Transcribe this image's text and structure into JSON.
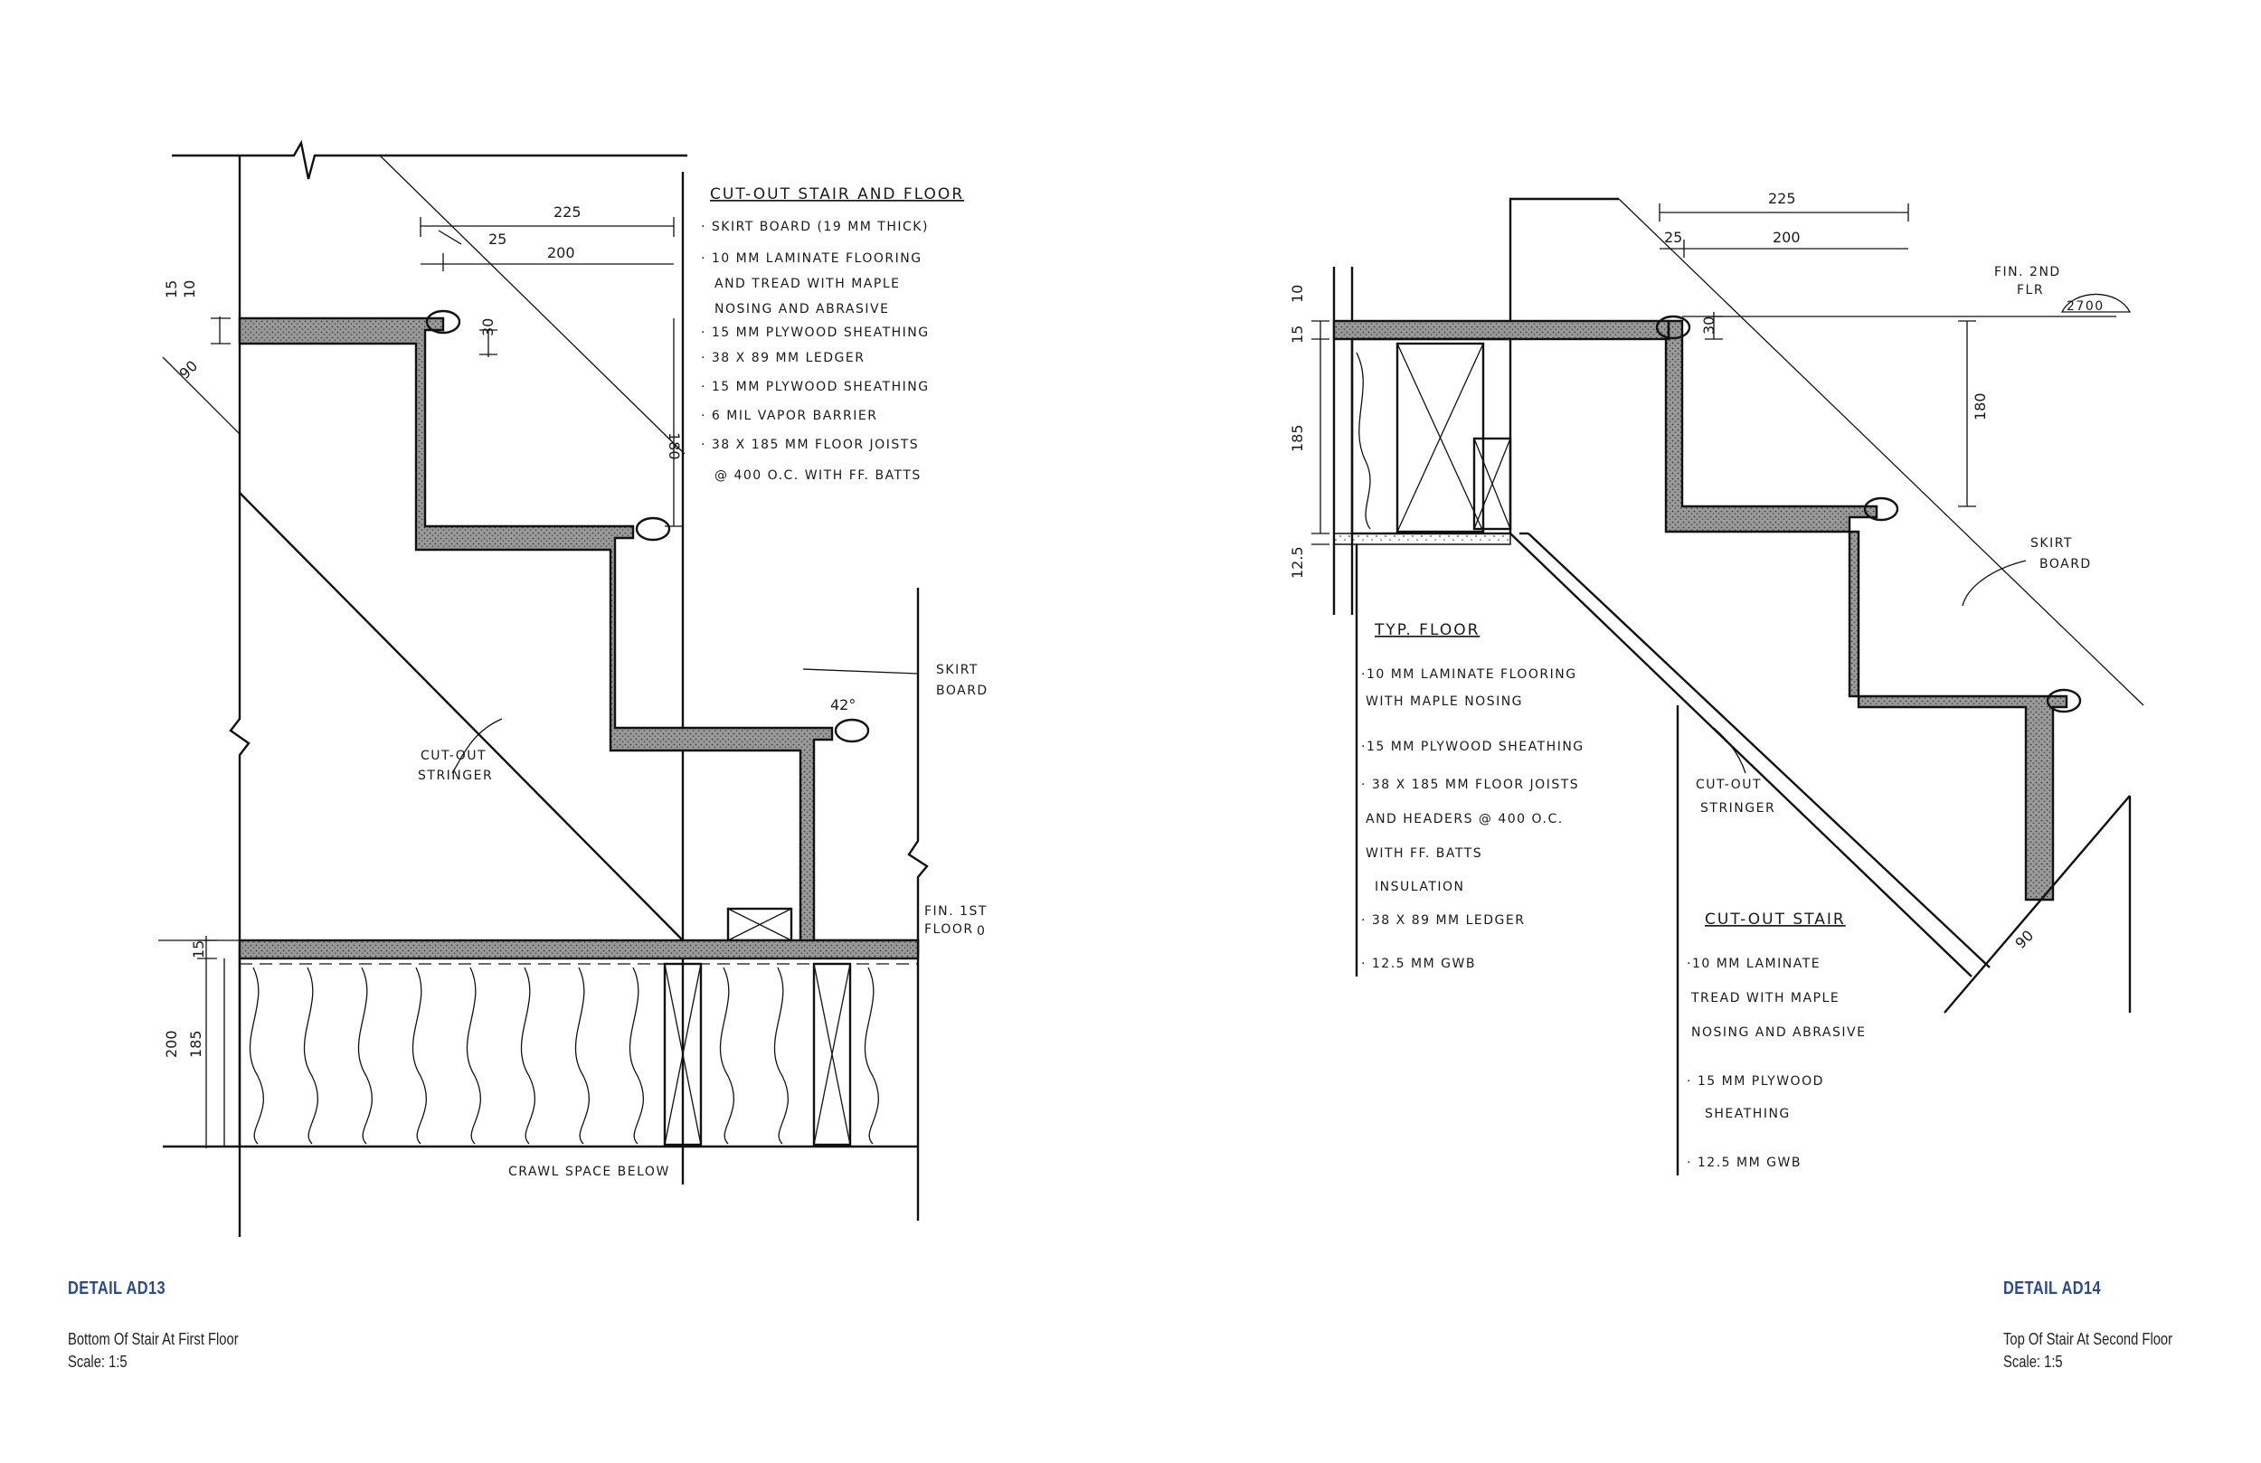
{
  "detail_left": {
    "title": "DETAIL AD13",
    "description": "Bottom Of Stair At First Floor",
    "scale": "Scale: 1:5",
    "notes_heading": "CUT-OUT STAIR AND FLOOR",
    "notes": [
      "· SKIRT BOARD  (19 MM THICK)",
      "· 10 MM LAMINATE FLOORING",
      "AND TREAD WITH MAPLE",
      "NOSING AND ABRASIVE",
      "· 15 MM PLYWOOD SHEATHING",
      "· 38 X 89  MM LEDGER",
      "· 15 MM PLYWOOD SHEATHING",
      "· 6 MIL VAPOR BARRIER",
      "· 38 X 185 MM FLOOR JOISTS",
      "@  400  O.C. WITH FF. BATTS"
    ],
    "labels": {
      "stringer_1": "CUT-OUT",
      "stringer_2": "STRINGER",
      "skirt_1": "SKIRT",
      "skirt_2": "BOARD",
      "floor_1": "FIN. 1ST",
      "floor_2": "FLOOR",
      "floor_level": "0",
      "crawl": "CRAWL SPACE BELOW",
      "angle": "42°"
    },
    "dims": {
      "d225": "225",
      "d25": "25",
      "d200": "200",
      "d15": "15",
      "d10": "10",
      "d90": "90",
      "d30": "30",
      "d180": "180",
      "d15b": "15",
      "d200b": "200",
      "d185": "185"
    }
  },
  "detail_right": {
    "title": "DETAIL AD14",
    "description": "Top Of Stair At Second Floor",
    "scale": "Scale: 1:5",
    "floor_heading": "TYP. FLOOR",
    "floor_notes": [
      "·10 MM LAMINATE FLOORING",
      "WITH  MAPLE NOSING",
      "·15 MM PLYWOOD SHEATHING",
      "· 38 X 185 MM  FLOOR JOISTS",
      "AND HEADERS  @  400 O.C.",
      "WITH  FF. BATTS",
      "INSULATION",
      "· 38 X 89  MM  LEDGER",
      "· 12.5  MM  GWB"
    ],
    "stair_heading": "CUT-OUT STAIR",
    "stair_notes": [
      "·10 MM LAMINATE",
      "TREAD  WITH  MAPLE",
      "NOSING  AND  ABRASIVE",
      "· 15 MM PLYWOOD",
      "SHEATHING",
      "· 12.5  MM GWB"
    ],
    "labels": {
      "stringer_1": "CUT-OUT",
      "stringer_2": "STRINGER",
      "skirt_1": "SKIRT",
      "skirt_2": "BOARD",
      "floor_1": "FIN. 2ND",
      "floor_2": "FLR",
      "floor_level": "2700"
    },
    "dims": {
      "d225": "225",
      "d25": "25",
      "d200": "200",
      "d30": "30",
      "d180": "180",
      "d10": "10",
      "d15": "15",
      "d185": "185",
      "d12": "12.5",
      "d90": "90"
    }
  }
}
